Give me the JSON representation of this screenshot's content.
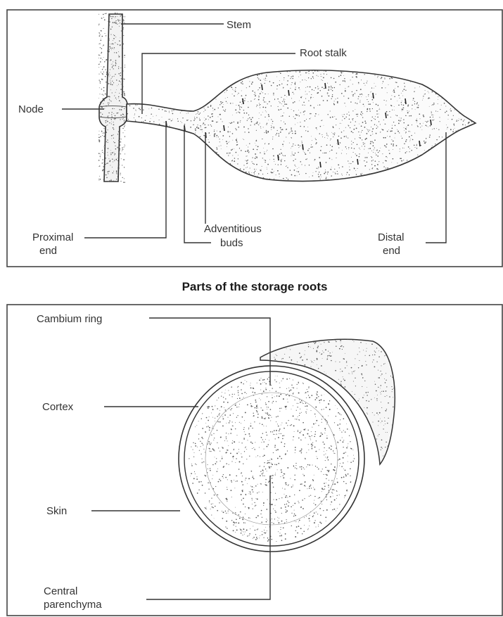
{
  "diagram1": {
    "labels": {
      "stem": "Stem",
      "root_stalk": "Root stalk",
      "node": "Node",
      "proximal_1": "Proximal",
      "proximal_2": "end",
      "adventitious_1": "Adventitious",
      "adventitious_2": "buds",
      "distal_1": "Distal",
      "distal_2": "end"
    }
  },
  "caption": "Parts of the storage roots",
  "diagram2": {
    "labels": {
      "cambium": "Cambium ring",
      "cortex": "Cortex",
      "skin": "Skin",
      "central_1": "Central",
      "central_2": "parenchyma"
    }
  },
  "colors": {
    "line": "#333333",
    "stipple": "#5a5a5a",
    "frame": "#444444"
  }
}
